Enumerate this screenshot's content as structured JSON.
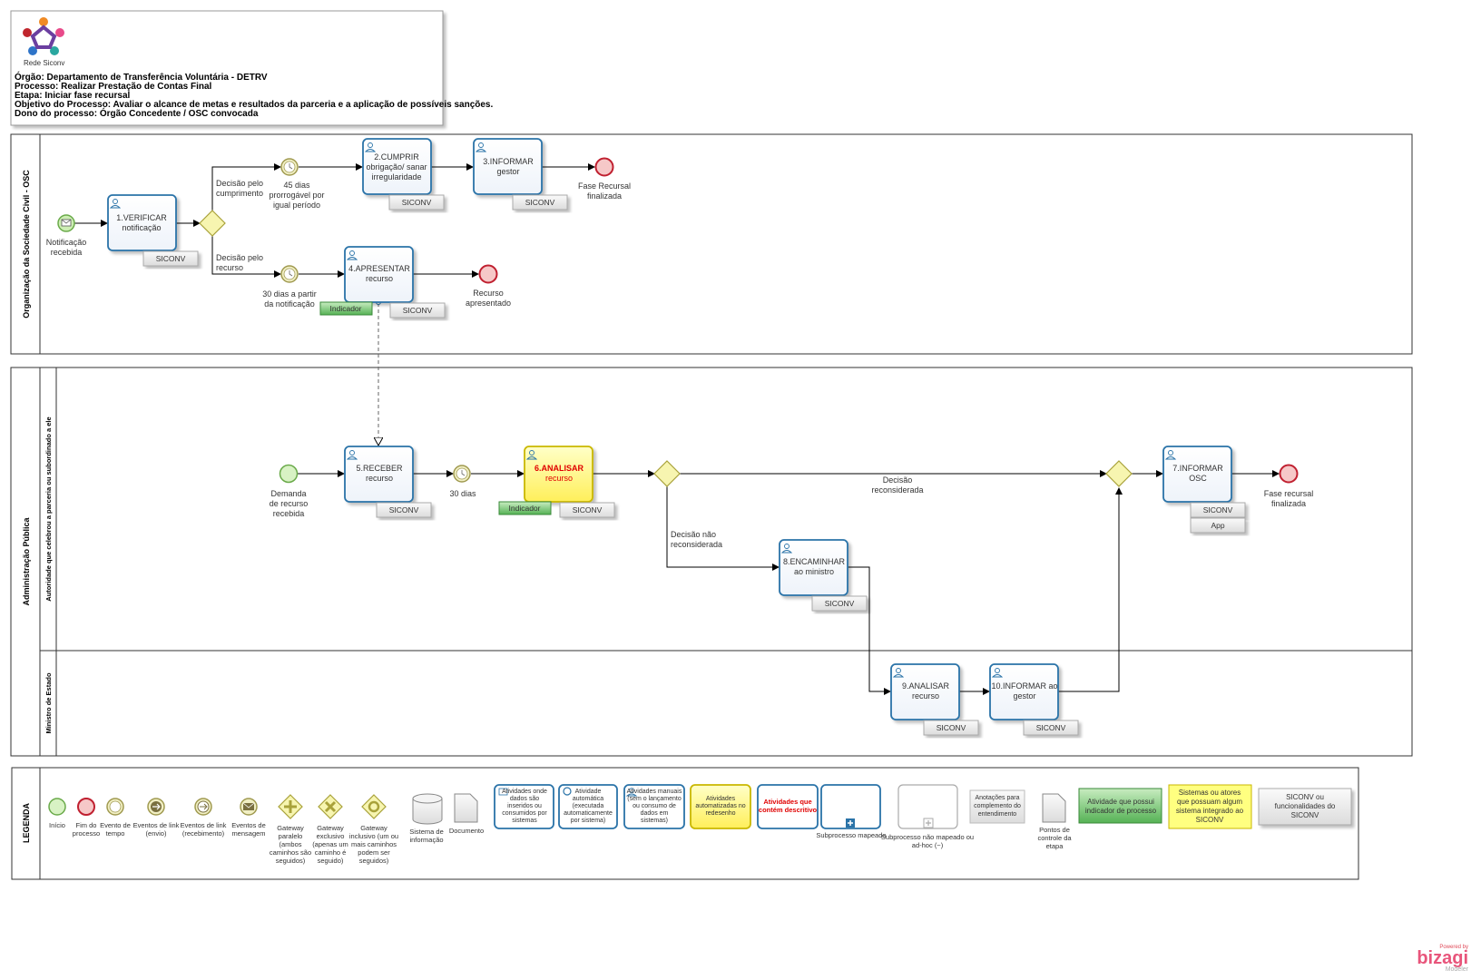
{
  "header": {
    "logo_text": "Rede Siconv",
    "lines": [
      "Órgão: Departamento de Transferência Voluntária - DETRV",
      "Processo: Realizar Prestação de Contas Final",
      "Etapa: Iniciar fase recursal",
      "Objetivo do Processo: Avaliar o alcance de metas e resultados da parceria e a aplicação de possíveis sanções.",
      "Dono do processo: Órgão Concedente / OSC convocada"
    ]
  },
  "pools": {
    "osc": "Organização da Sociedade Civil - OSC",
    "admin": "Administração Pública",
    "lane_autoridade": "Autoridade que celebrou a parceria ou subordinado a ele",
    "lane_ministro": "Ministro de Estado",
    "legenda": "LEGENDA"
  },
  "tasks": {
    "t1": [
      "1.VERIFICAR",
      "notificação"
    ],
    "t2": [
      "2.CUMPRIR",
      "obrigação/ sanar",
      "irregularidade"
    ],
    "t3": [
      "3.INFORMAR",
      "gestor"
    ],
    "t4": [
      "4.APRESENTAR",
      "recurso"
    ],
    "t5": [
      "5.RECEBER",
      "recurso"
    ],
    "t6": [
      "6.ANALISAR",
      "recurso"
    ],
    "t7": [
      "7.INFORMAR",
      "OSC"
    ],
    "t8": [
      "8.ENCAMINHAR",
      "ao ministro"
    ],
    "t9": [
      "9.ANALISAR",
      "recurso"
    ],
    "t10": [
      "10.INFORMAR ao",
      "gestor"
    ]
  },
  "systems": {
    "siconv": "SICONV",
    "app": "App",
    "indicador": "Indicador"
  },
  "events": {
    "notificacao": [
      "Notificação",
      "recebida"
    ],
    "dias45": [
      "45 dias",
      "prorrogável por",
      "igual período"
    ],
    "dias30a": [
      "30 dias a partir",
      "da notificação"
    ],
    "fase_fin": [
      "Fase Recursal",
      "finalizada"
    ],
    "recurso_ap": [
      "Recurso",
      "apresentado"
    ],
    "demanda": [
      "Demanda",
      "de recurso",
      "recebida"
    ],
    "dias30": "30 dias",
    "fase_fin2": [
      "Fase recursal",
      "finalizada"
    ]
  },
  "flows": {
    "dec_cump": [
      "Decisão pelo",
      "cumprimento"
    ],
    "dec_rec": [
      "Decisão pelo",
      "recurso"
    ],
    "dec_recon": [
      "Decisão",
      "reconsiderada"
    ],
    "dec_nao": [
      "Decisão não",
      "reconsiderada"
    ]
  },
  "legend": {
    "inicio": "Início",
    "fim": [
      "Fim do",
      "processo"
    ],
    "tempo": [
      "Evento de",
      "tempo"
    ],
    "link_env": [
      "Eventos de link",
      "(envio)"
    ],
    "link_rec": [
      "Eventos de link",
      "(recebimento)"
    ],
    "mensagem": [
      "Eventos de",
      "mensagem"
    ],
    "paralelo": [
      "Gateway",
      "paralelo",
      "(ambos",
      "caminhos são",
      "seguidos)"
    ],
    "exclusivo": [
      "Gateway",
      "exclusivo",
      "(apenas um",
      "caminho é",
      "seguido)"
    ],
    "inclusivo": [
      "Gateway",
      "inclusivo (um ou",
      "mais caminhos",
      "podem ser",
      "seguidos)"
    ],
    "sistema": [
      "Sistema de",
      "informação"
    ],
    "documento": "Documento",
    "at_dados": [
      "Atividades onde",
      "dados são",
      "inseridos ou",
      "consumidos por",
      "sistemas"
    ],
    "at_auto": [
      "Atividade",
      "automática",
      "(executada",
      "automaticamente",
      "por sistema)"
    ],
    "at_manual": [
      "Atividades manuais",
      "(sem o lançamento",
      "ou consumo de",
      "dados em",
      "sistemas)"
    ],
    "at_autom": [
      "Atividades",
      "automatizadas no",
      "redesenho"
    ],
    "at_desc": [
      "Atividades que",
      "contém descritivo"
    ],
    "sub_map": "Subprocesso mapeado",
    "sub_nao": [
      "Subprocesso não mapeado ou",
      "ad-hoc (~)"
    ],
    "anotacoes": [
      "Anotações para",
      "complemento do",
      "entendimento"
    ],
    "pontos": [
      "Pontos de",
      "controle da",
      "etapa"
    ],
    "indicador": [
      "Atividade que possui",
      "indicador de processo"
    ],
    "sistemas_at": [
      "Sistemas ou atores",
      "que possuam algum",
      "sistema integrado ao",
      "SICONV"
    ],
    "siconv_func": [
      "SICONV ou",
      "funcionalidades do",
      "SICONV"
    ]
  },
  "watermark": {
    "top": "Powered by",
    "brand": "bizagi",
    "sub": "Modeler"
  },
  "colors": {
    "task_border": "#2a73a8",
    "gateway": "#f5f3a0",
    "gateway_border": "#a9a23a",
    "end": "#e84a5a",
    "start": "#b9e6a0",
    "indicator": "#4caf50",
    "highlight": "#ffff80",
    "red_text": "#e00000"
  }
}
